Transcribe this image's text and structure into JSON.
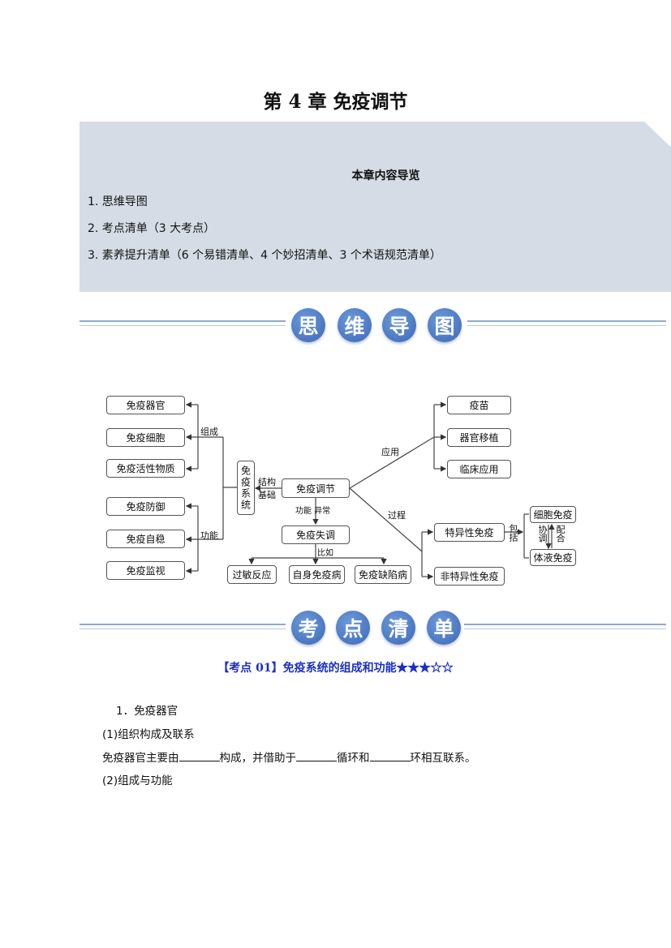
{
  "title": "第 4 章  免疫调节",
  "guide": {
    "title": "本章内容导览",
    "items": [
      "1. 思维导图",
      "2. 考点清单（3 大考点）",
      "3. 素养提升清单（6 个易错清单、4 个妙招清单、3 个术语规范清单）"
    ]
  },
  "banner1": [
    "思",
    "维",
    "导",
    "图"
  ],
  "banner2": [
    "考",
    "点",
    "清",
    "单"
  ],
  "mindmap": {
    "left_top": [
      "免疫器官",
      "免疫细胞",
      "免疫活性物质"
    ],
    "left_bottom": [
      "免疫防御",
      "免疫自稳",
      "免疫监视"
    ],
    "label_compose": "组成",
    "label_function": "功能",
    "system": "免疫系统",
    "label_structure": [
      "结构",
      "基础"
    ],
    "center": "免疫调节",
    "label_abnormal": "功能 异常",
    "disorder": "免疫失调",
    "label_example": "比如",
    "bottom": [
      "过敏反应",
      "自身免疫病",
      "免疫缺陷病"
    ],
    "label_apply": "应用",
    "apply": [
      "疫苗",
      "器官移植",
      "临床应用"
    ],
    "label_process": "过程",
    "specific": "特异性免疫",
    "nonspecific": "非特异性免疫",
    "label_include": "包括",
    "cellular": "细胞免疫",
    "humoral": "体液免疫",
    "label_coord": "协调",
    "label_coop": "配合"
  },
  "kd_title": "【考点 01】免疫系统的组成和功能★★★☆☆",
  "body": {
    "h1": "1．免疫器官",
    "s1": "(1)组织构成及联系",
    "p1": [
      "免疫器官主要由",
      "构成，并借助于",
      "循环和",
      "环相互联系。"
    ],
    "s2": "(2)组成与功能"
  }
}
